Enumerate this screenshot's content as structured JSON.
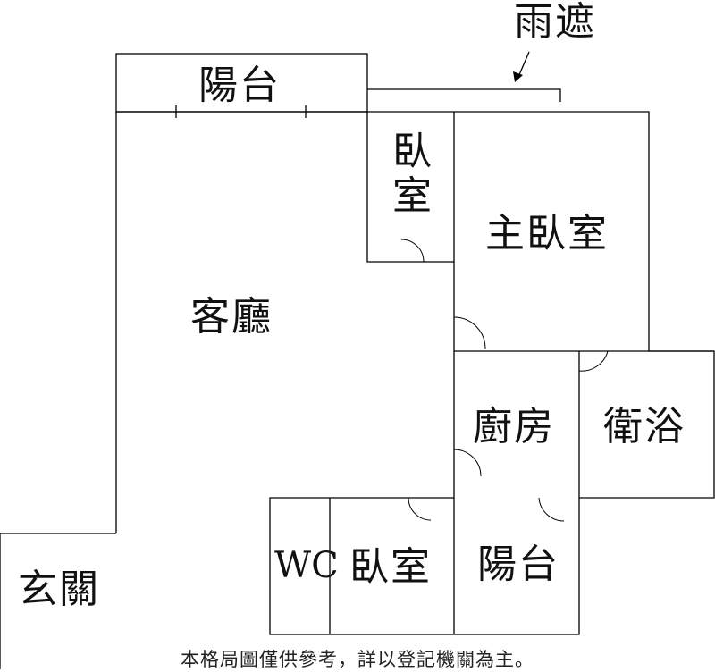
{
  "rooms": {
    "balcony_top": "陽台",
    "canopy": "雨遮",
    "bedroom_small": "臥室",
    "master_bedroom": "主臥室",
    "living_room": "客廳",
    "kitchen": "廚房",
    "bathroom": "衛浴",
    "wc": "WC",
    "bedroom_bottom": "臥室",
    "balcony_bottom": "陽台",
    "entrance": "玄關"
  },
  "footer_note": "本格局圖僅供參考，詳以登記機關為主。"
}
